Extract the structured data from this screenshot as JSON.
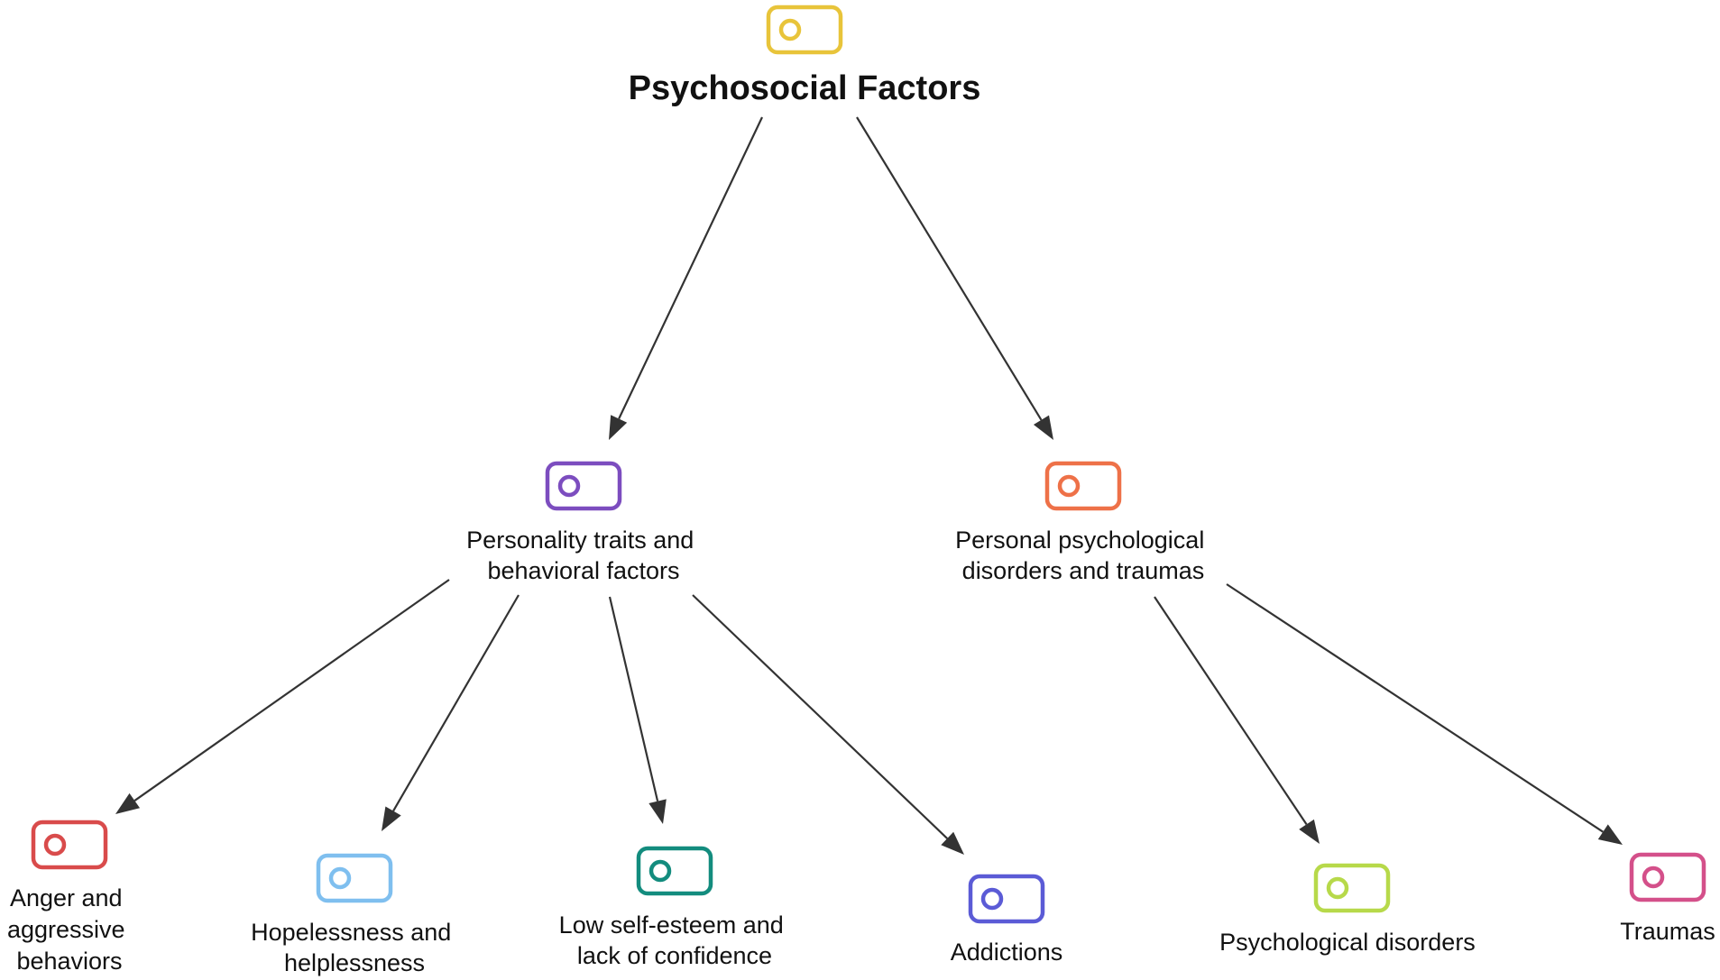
{
  "root": {
    "title": "Psychosocial Factors",
    "icon": "tag-icon",
    "color": "#E8C43A"
  },
  "branches": [
    {
      "label_lines": [
        "Personality traits and",
        "behavioral factors"
      ],
      "icon": "tag-icon",
      "color": "#7C4DBF",
      "children": [
        {
          "label_lines": [
            "Anger and",
            "aggressive",
            "behaviors"
          ],
          "icon": "tag-icon",
          "color": "#D94B4B"
        },
        {
          "label_lines": [
            "Hopelessness and",
            "helplessness"
          ],
          "icon": "tag-icon",
          "color": "#7FBFEF"
        },
        {
          "label_lines": [
            "Low self-esteem and",
            "lack of confidence"
          ],
          "icon": "tag-icon",
          "color": "#138C7E"
        },
        {
          "label_lines": [
            "Addictions"
          ],
          "icon": "tag-icon",
          "color": "#5B5BD6"
        }
      ]
    },
    {
      "label_lines": [
        "Personal psychological",
        "disorders and traumas"
      ],
      "icon": "tag-icon",
      "color": "#EE7148",
      "children": [
        {
          "label_lines": [
            "Psychological disorders"
          ],
          "icon": "tag-icon",
          "color": "#B7D94A"
        },
        {
          "label_lines": [
            "Traumas"
          ],
          "icon": "tag-icon",
          "color": "#D4508A"
        }
      ]
    }
  ]
}
